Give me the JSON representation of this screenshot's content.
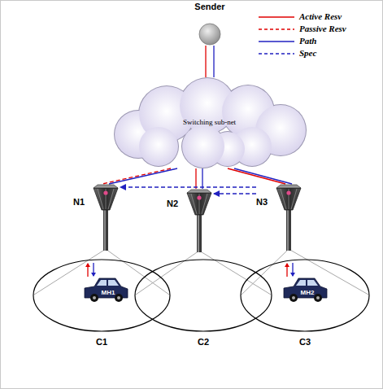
{
  "diagram": {
    "nodes": [
      {
        "text": [
          "Sender"
        ]
      },
      {
        "text": [
          "Switching sub-net"
        ]
      },
      {
        "text": [
          "N1"
        ]
      },
      {
        "text": [
          "N2"
        ]
      },
      {
        "text": [
          "N3"
        ]
      },
      {
        "text": [
          "C1"
        ]
      },
      {
        "text": [
          "MH1"
        ],
        "in": 5
      },
      {
        "text": [
          "C2"
        ]
      },
      {
        "text": [
          "C3"
        ]
      },
      {
        "text": [
          "MH2"
        ],
        "in": 8
      }
    ],
    "edges": [
      {
        "from": 0,
        "to": 1,
        "arrow": "none"
      },
      {
        "from": 0,
        "to": 1,
        "arrow": "none"
      },
      {
        "from": 1,
        "to": 2,
        "arrow": "none"
      },
      {
        "from": 1,
        "to": 2,
        "arrow": "none"
      },
      {
        "from": 1,
        "to": 3,
        "arrow": "none"
      },
      {
        "from": 1,
        "to": 3,
        "arrow": "none"
      },
      {
        "from": 1,
        "to": 4,
        "arrow": "none"
      },
      {
        "from": 1,
        "to": 4,
        "arrow": "none"
      },
      {
        "from": 4,
        "to": 2,
        "arrow": "to"
      },
      {
        "from": 4,
        "to": 3,
        "arrow": "to"
      }
    ],
    "legend": [
      {
        "text": "Active Resv"
      },
      {
        "text": "Passive Resv"
      },
      {
        "text": "Path"
      },
      {
        "text": "Spec"
      }
    ]
  }
}
